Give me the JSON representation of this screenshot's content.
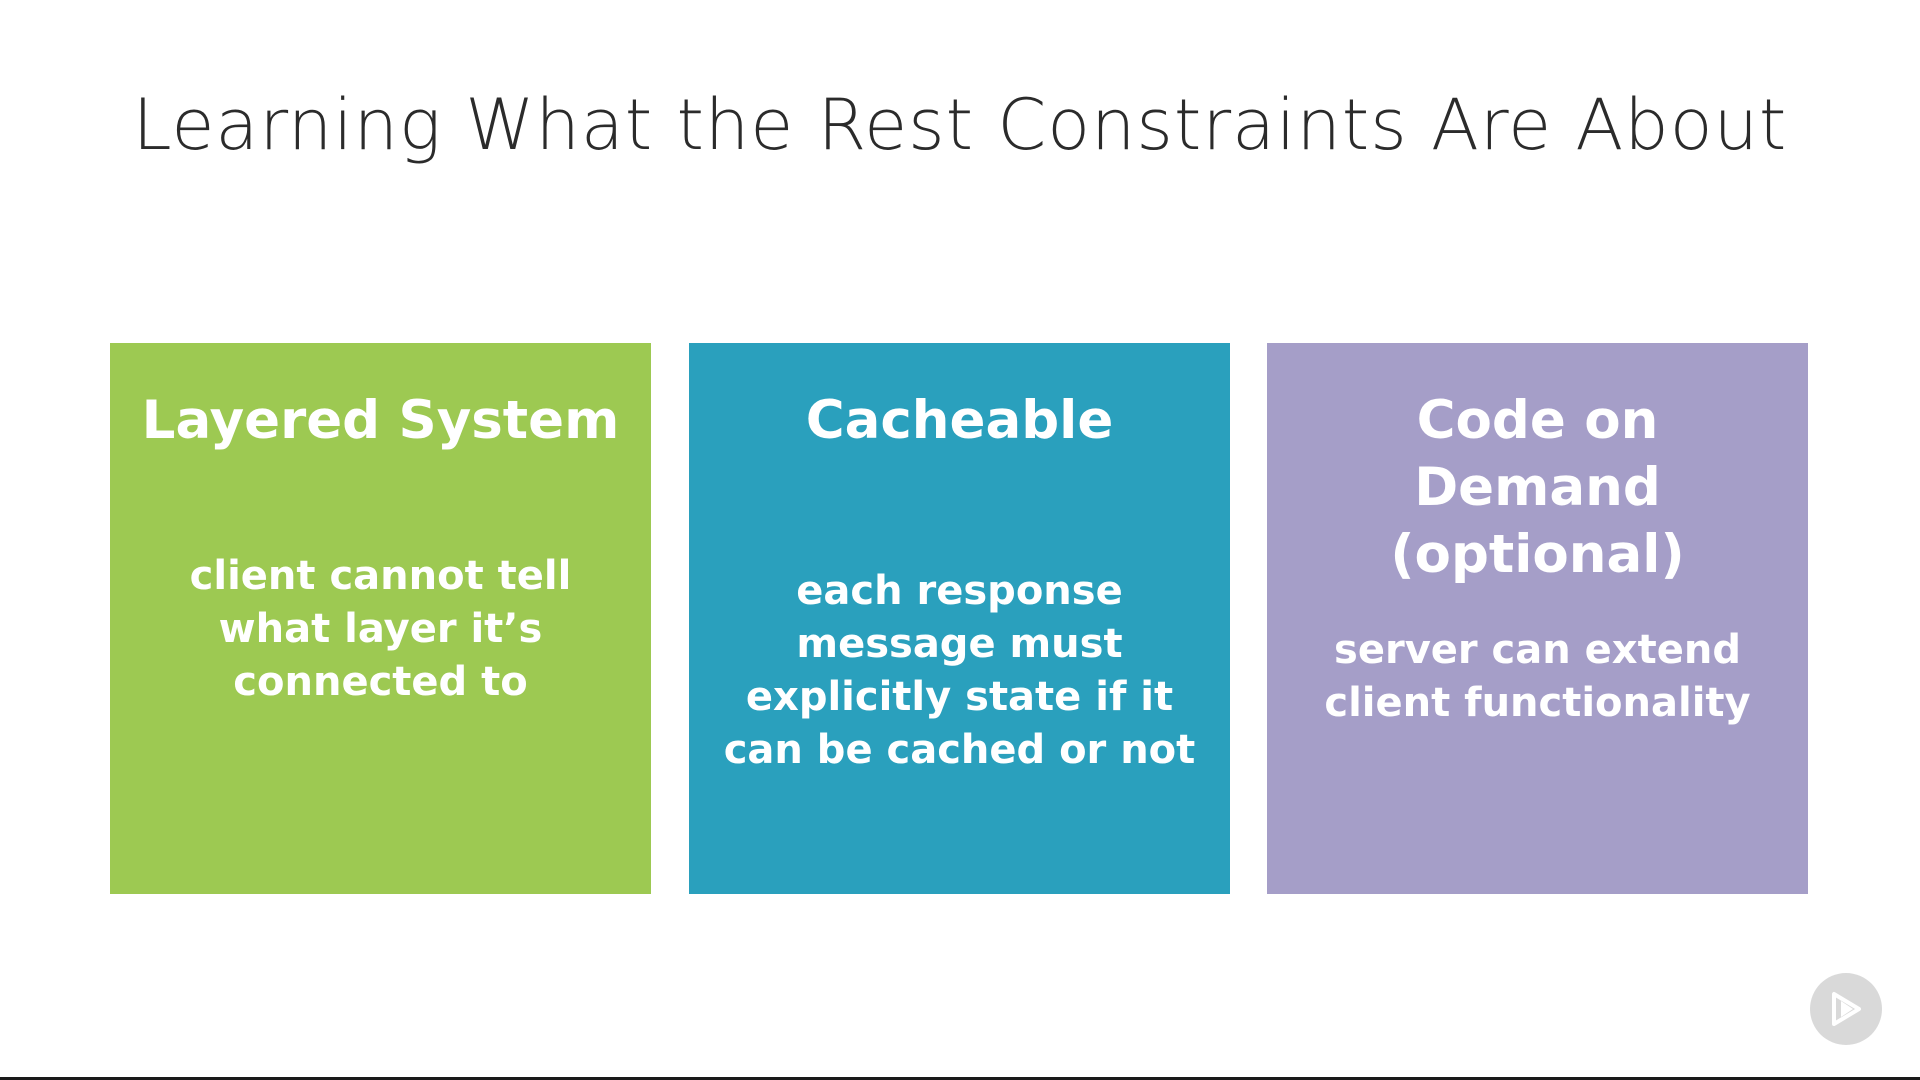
{
  "slide": {
    "title": "Learning What the Rest Constraints Are About",
    "background_color": "#ffffff"
  },
  "cards": [
    {
      "heading": "Layered System",
      "body": "client cannot tell what layer it’s connected to",
      "color": "#9dc952"
    },
    {
      "heading": "Cacheable",
      "body": "each response message must explicitly state if it can be cached or not",
      "color": "#2aa0bd"
    },
    {
      "heading": "Code on Demand (optional)",
      "body": "server can extend client functionality",
      "color": "#a59ec8"
    }
  ],
  "badge": {
    "icon": "play-logo-icon",
    "color": "#d9d9d9"
  }
}
